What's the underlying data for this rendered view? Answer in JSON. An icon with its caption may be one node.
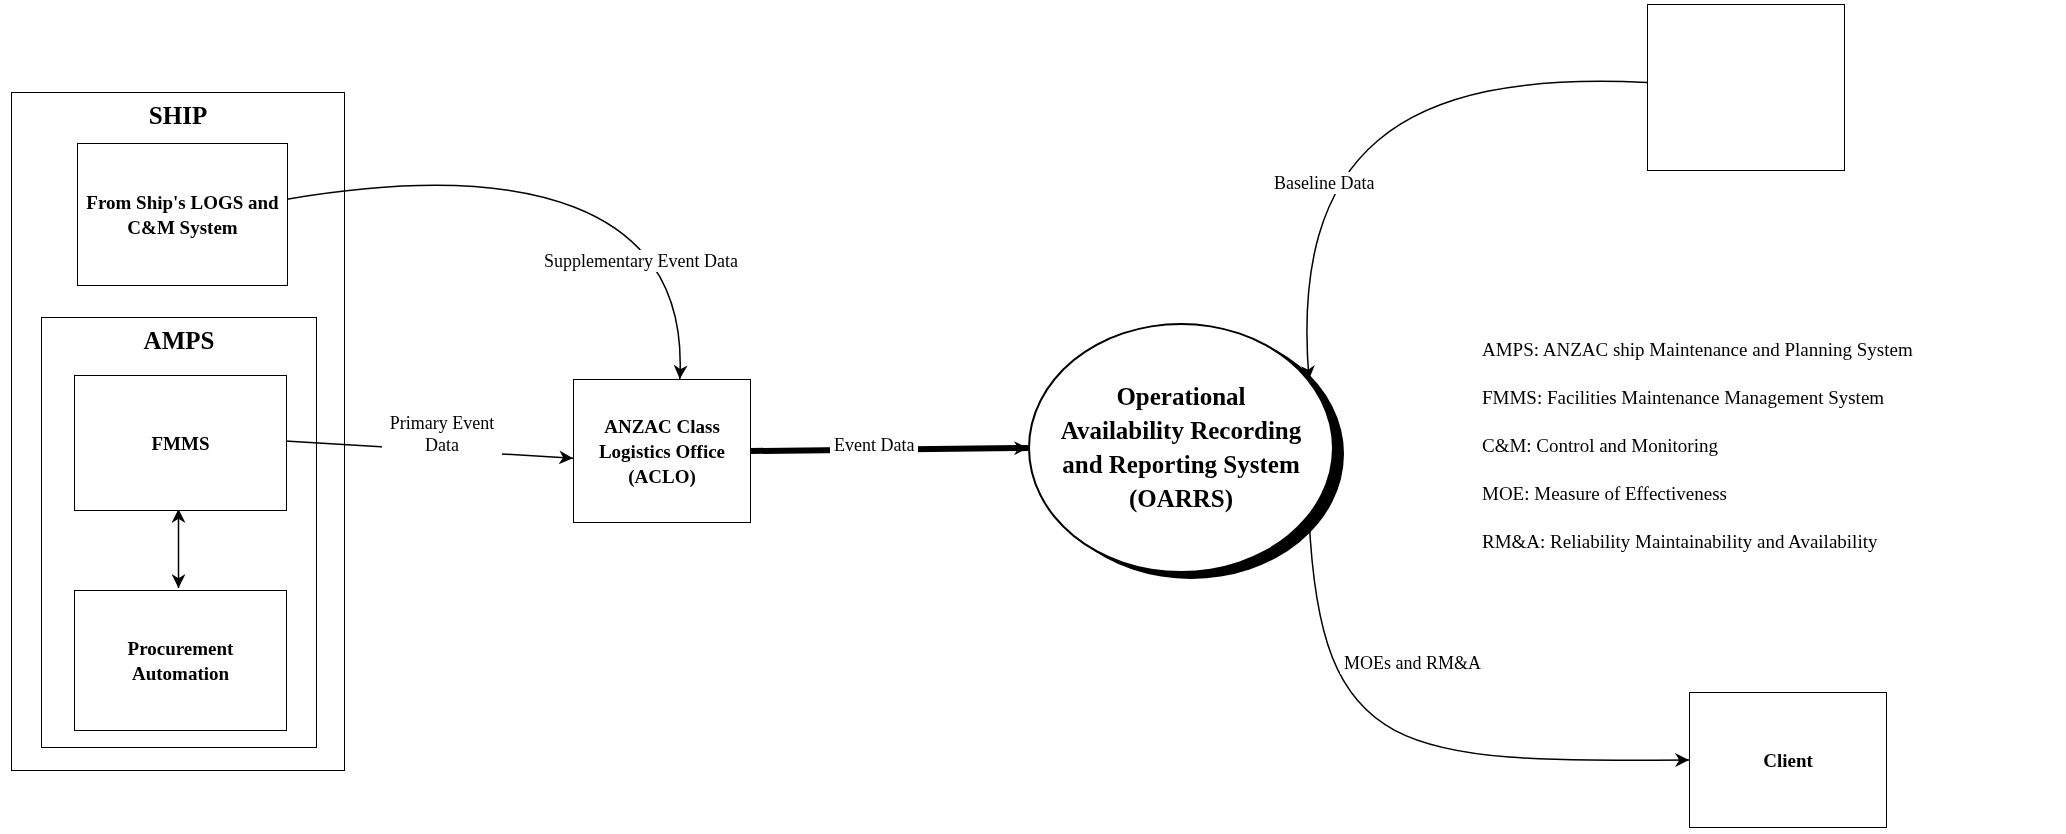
{
  "diagram": {
    "nodes": [
      {
        "text": [
          "SHIP"
        ]
      },
      {
        "text": [
          "From Ship's LOGS and C&M System"
        ],
        "in": 0
      },
      {
        "text": [
          "AMPS"
        ],
        "in": 0
      },
      {
        "text": [
          "FMMS"
        ],
        "in": 2
      },
      {
        "text": [
          "Procurement Automation"
        ],
        "in": 2
      },
      {
        "text": [
          "ANZAC Class Logistics Office (ACLO)"
        ]
      },
      {
        "text": [
          "Operational Availability Recording and Reporting System (OARRS)"
        ]
      },
      {
        "text": [],
        "shape": "box"
      },
      {
        "text": [
          "Client"
        ]
      }
    ],
    "edges": [
      {
        "from": 1,
        "to": 5,
        "arrow": "to",
        "label": "Supplementary Event Data"
      },
      {
        "from": 3,
        "to": 5,
        "arrow": "to",
        "label": "Primary Event Data"
      },
      {
        "from": 3,
        "to": 4,
        "arrow": "both"
      },
      {
        "from": 5,
        "to": 6,
        "arrow": "to",
        "label": "Event Data",
        "style": "thick"
      },
      {
        "from": 7,
        "to": 6,
        "arrow": "to",
        "label": "Baseline Data"
      },
      {
        "from": 6,
        "to": 8,
        "arrow": "to",
        "label": "MOEs and RM&A"
      }
    ],
    "labels": [
      "AMPS: ANZAC ship Maintenance and Planning System",
      "FMMS: Facilities Maintenance Management System",
      "C&M: Control and Monitoring",
      "MOE: Measure of Effectiveness",
      "RM&A: Reliability Maintainability and Availability"
    ]
  }
}
